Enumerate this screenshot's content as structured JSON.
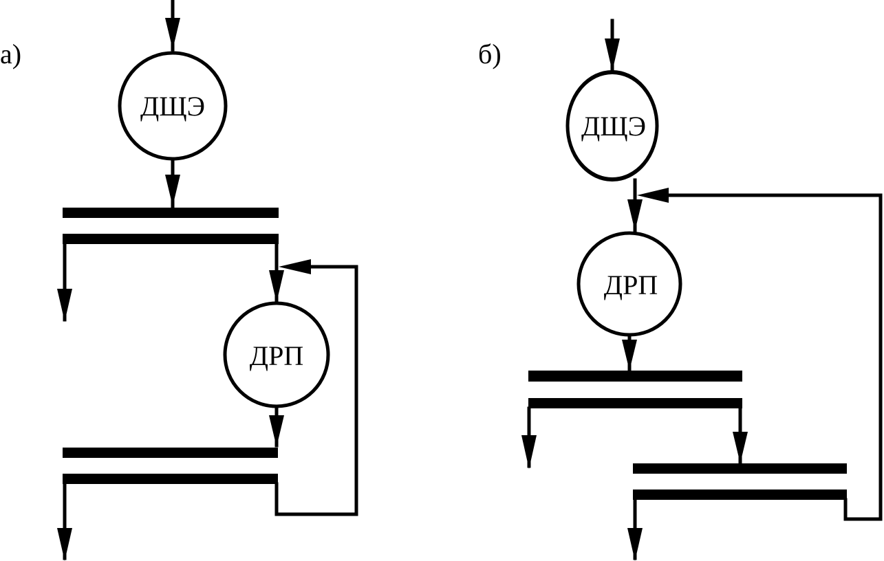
{
  "diagram": {
    "panels": [
      {
        "id": "a",
        "label": "а)",
        "nodes": [
          {
            "id": "dshe",
            "label": "ДЩЭ"
          },
          {
            "id": "drp",
            "label": "ДРП"
          }
        ],
        "description": "Stream enters ДЩЭ; output goes to screen 1; screen 1 oversize exits left, undersize/other goes to ДРП; ДРП output to screen 2; screen 2 recirculates back to ДРП input, other output exits."
      },
      {
        "id": "b",
        "label": "б)",
        "nodes": [
          {
            "id": "dshe",
            "label": "ДЩЭ"
          },
          {
            "id": "drp",
            "label": "ДРП"
          }
        ],
        "description": "Stream enters ДЩЭ; output goes to ДРП; ДРП output to screen 1; screen 1 one product exits, other goes to screen 2; screen 2 recirculates back to ДРП input, other output exits."
      }
    ],
    "colors": {
      "stroke": "#000000",
      "background": "#ffffff"
    }
  }
}
